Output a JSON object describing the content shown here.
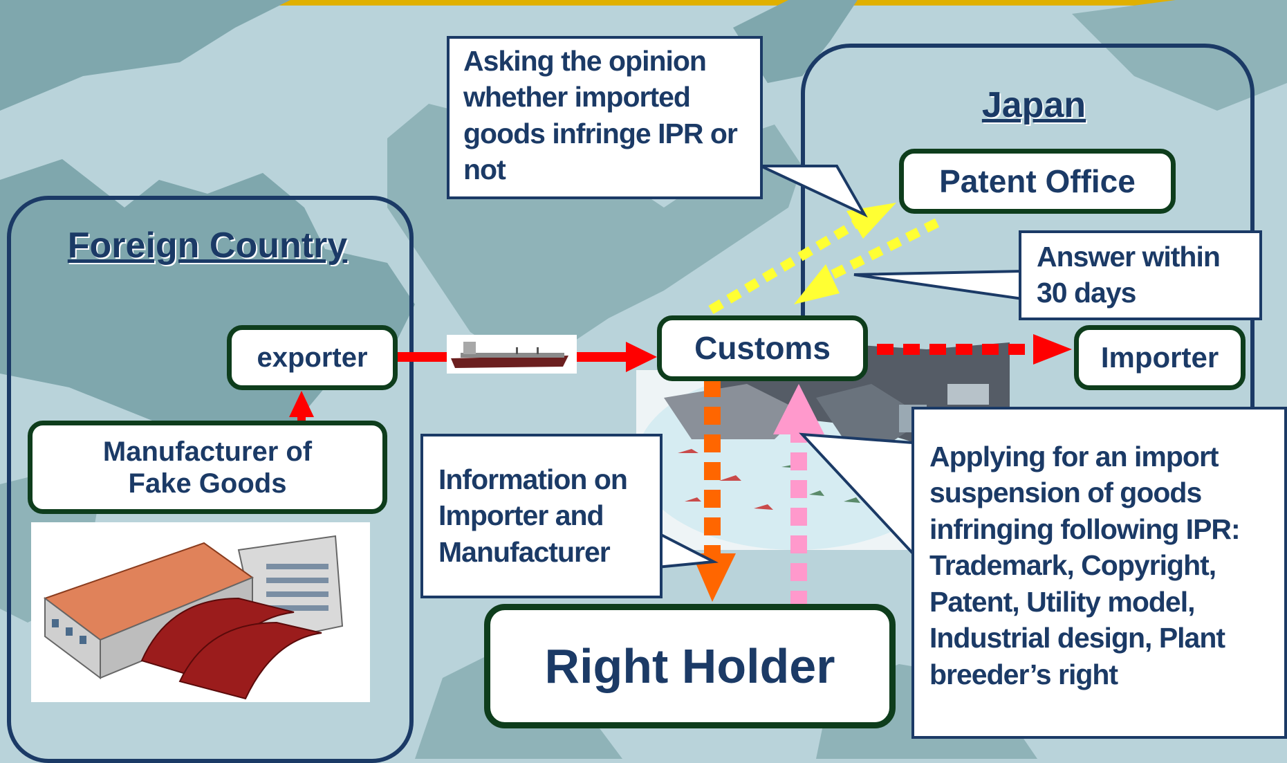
{
  "regions": {
    "foreign": "Foreign Country",
    "japan": "Japan"
  },
  "nodes": {
    "exporter": "exporter",
    "manufacturer_line1": "Manufacturer of",
    "manufacturer_line2": "Fake Goods",
    "customs": "Customs",
    "patent_office": "Patent Office",
    "importer": "Importer",
    "right_holder": "Right Holder"
  },
  "callouts": {
    "opinion": [
      "Asking the opinion",
      "whether imported",
      "goods infringe IPR or",
      "not"
    ],
    "answer": [
      "Answer within",
      "30 days"
    ],
    "information": [
      "Information on",
      "Importer and",
      "Manufacturer"
    ],
    "applying": [
      "Applying for an import",
      "suspension of goods",
      "infringing following IPR:",
      "Trademark, Copyright,",
      "Patent, Utility model,",
      "Industrial design, Plant",
      "breeder’s right"
    ]
  },
  "colors": {
    "background": "#b9d3da",
    "land": "#7fa7ad",
    "region_border": "#1b3a66",
    "node_border": "#0e3d1c",
    "text": "#1b3a66",
    "export_arrow": "#ff0000",
    "query_arrow": "#ffff33",
    "info_arrow": "#ff6600",
    "application_arrow": "#ff99cc",
    "top_bar": "#e0b000"
  },
  "icons": {
    "ship": "cargo-ship-icon",
    "factory": "factory-illustration",
    "port": "port-illustration"
  }
}
